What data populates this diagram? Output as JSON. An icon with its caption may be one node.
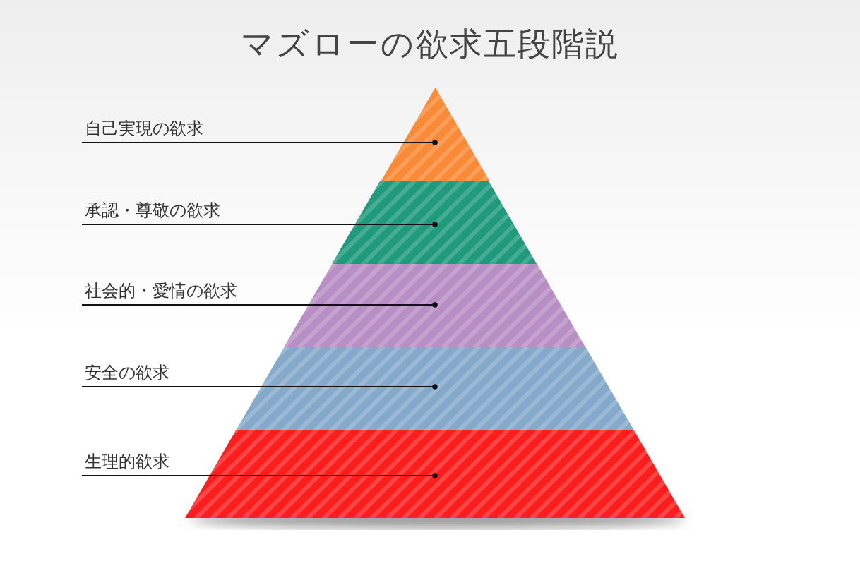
{
  "diagram": {
    "title": "マズローの欲求五段階説",
    "nodes": [
      {
        "text": [
          "自己実現の欲求"
        ]
      },
      {
        "text": [],
        "shape": "triangle"
      },
      {
        "text": [
          "承認・尊敬の欲求"
        ]
      },
      {
        "text": [],
        "shape": "trapezoid"
      },
      {
        "text": [
          "社会的・愛情の欲求"
        ]
      },
      {
        "text": [],
        "shape": "trapezoid"
      },
      {
        "text": [
          "安全の欲求"
        ]
      },
      {
        "text": [],
        "shape": "trapezoid"
      },
      {
        "text": [
          "生理的欲求"
        ]
      },
      {
        "text": [],
        "shape": "trapezoid"
      }
    ],
    "edges": [
      {
        "from": 0,
        "to": 1,
        "arrow": "other"
      },
      {
        "from": 2,
        "to": 3,
        "arrow": "other"
      },
      {
        "from": 4,
        "to": 5,
        "arrow": "other"
      },
      {
        "from": 6,
        "to": 7,
        "arrow": "other"
      },
      {
        "from": 8,
        "to": 9,
        "arrow": "other"
      }
    ]
  }
}
